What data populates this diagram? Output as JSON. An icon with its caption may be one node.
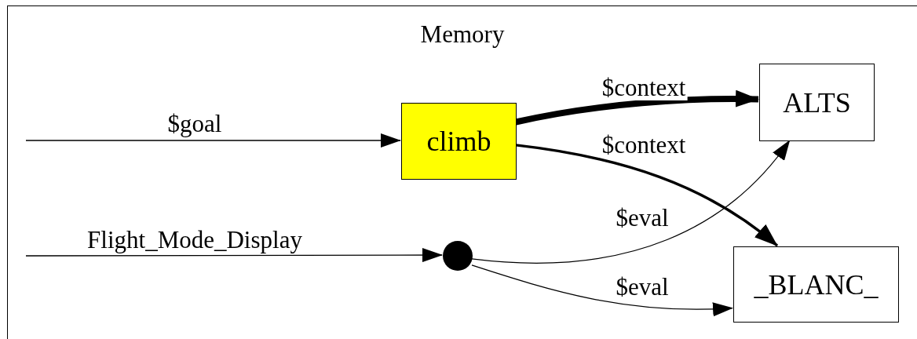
{
  "diagram": {
    "nodes": [
      {
        "text": [
          "Memory"
        ]
      },
      {
        "text": [
          "climb"
        ],
        "in": 0
      },
      {
        "text": [
          "ALTS"
        ],
        "in": 0
      },
      {
        "text": [],
        "shape": "circle",
        "in": 0
      },
      {
        "text": [
          "_BLANC_"
        ],
        "in": 0
      }
    ],
    "edges": [
      {
        "from": null,
        "to": 1,
        "arrow": "to",
        "label": "$goal"
      },
      {
        "from": null,
        "to": 3,
        "arrow": "to",
        "label": "Flight_Mode_Display"
      },
      {
        "from": 1,
        "to": 2,
        "arrow": "to",
        "label": "$context",
        "style": "thick"
      },
      {
        "from": 1,
        "to": 4,
        "arrow": "to",
        "label": "$context",
        "style": "thick"
      },
      {
        "from": 3,
        "to": 2,
        "arrow": "to",
        "label": "$eval"
      },
      {
        "from": 3,
        "to": 4,
        "arrow": "to",
        "label": "$eval"
      }
    ]
  }
}
